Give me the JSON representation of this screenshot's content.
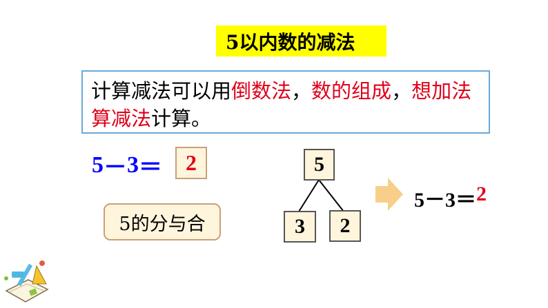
{
  "title": "5以内数的减法",
  "intro": {
    "part1": "计算减法可以用",
    "red1": "倒数法",
    "part2": "，",
    "red2": "数的组成",
    "part3": "，",
    "red3": "想加法算减法",
    "part4": "计算。"
  },
  "equation": {
    "a": "5",
    "minus": "－",
    "b": "3",
    "equals": "＝",
    "answer": "2"
  },
  "method_label": "5的分与合",
  "composition": {
    "whole": "5",
    "part_left": "3",
    "part_right": "2"
  },
  "result": {
    "text": "5－3＝",
    "answer": "2"
  },
  "colors": {
    "banner": "#ffff00",
    "highlight": "#e0001a",
    "equation": "#0000ff",
    "box_fill": "#fff5dc",
    "arrow": "#f8cf8a"
  },
  "icons": {
    "arrow": "right-arrow-icon",
    "decoration": "stationery-icon"
  }
}
